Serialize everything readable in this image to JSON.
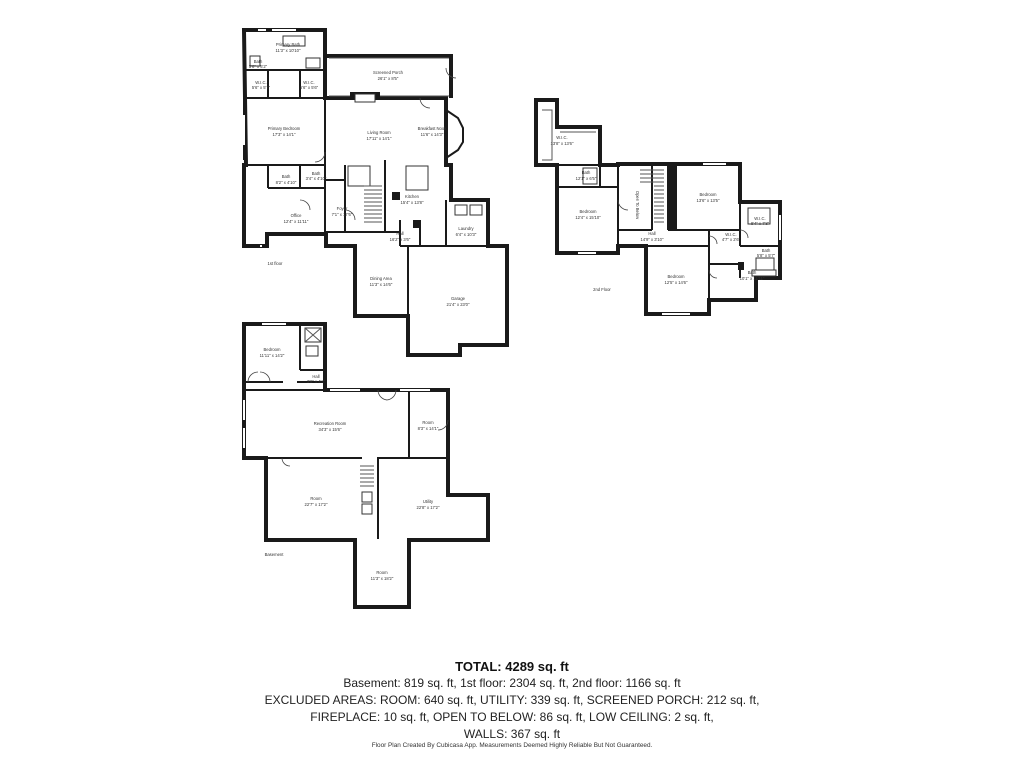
{
  "floors": {
    "first": "1st floor",
    "second": "2nd Floor",
    "basement": "Basement"
  },
  "rooms": {
    "primary_bath": "Primary Bath",
    "primary_bath_dim": "11'3\" x 10'10\"",
    "bath_a": "Bath",
    "bath_a_dim": "5'8\" x 5'2\"",
    "wic_a": "W.I.C.",
    "wic_a_dim": "5'6\" x 5'7\"",
    "wic_b": "W.I.C.",
    "wic_b_dim": "5'6\" x 5'6\"",
    "screened_porch": "Screened Porch",
    "screened_porch_dim": "26'1\" x 8'5\"",
    "primary_bedroom": "Primary Bedroom",
    "primary_bedroom_dim": "17'3\" x 14'1\"",
    "living_room": "Living Room",
    "living_room_dim": "17'11\" x 14'1\"",
    "breakfast_nook": "Breakfast Nook",
    "breakfast_nook_dim": "11'6\" x 14'3\"",
    "bath_b": "Bath",
    "bath_b_dim": "8'2\" x 4'10\"",
    "bath_c": "Bath",
    "bath_c_dim": "3'4\" x 4'10\"",
    "kitchen": "Kitchen",
    "kitchen_dim": "15'4\" x 13'8\"",
    "foyer": "Foyer",
    "foyer_dim": "7'1\" x 17'6\"",
    "office": "Office",
    "office_dim": "12'4\" x 11'11\"",
    "laundry": "Laundry",
    "laundry_dim": "6'4\" x 10'3\"",
    "hall_a": "Hall",
    "hall_a_dim": "16'2\" x 3'6\"",
    "dining_area": "Dining Area",
    "dining_area_dim": "11'3\" x 14'6\"",
    "garage": "Garage",
    "garage_dim": "21'4\" x 23'0\"",
    "wic_c": "W.I.C.",
    "wic_c_dim": "13'8\" x 13'6\"",
    "bath_d": "Bath",
    "bath_d_dim": "12'1\" x 6'5\"",
    "bedroom_a": "Bedroom",
    "bedroom_a_dim": "12'4\" x 15'10\"",
    "open_to_below": "Open To Below",
    "bedroom_b": "Bedroom",
    "bedroom_b_dim": "13'6\" x 13'5\"",
    "wic_d": "W.I.C.",
    "wic_d_dim": "8'4\" x 7'8\"",
    "hall_b": "Hall",
    "hall_b_dim": "14'9\" x 3'10\"",
    "wic_e": "W.I.C.",
    "wic_e_dim": "4'7\" x 2'6\"",
    "bath_e": "Bath",
    "bath_e_dim": "5'8\" x 5'7\"",
    "bedroom_c": "Bedroom",
    "bedroom_c_dim": "12'5\" x 14'6\"",
    "bath_f": "Bath",
    "bath_f_dim": "10'1\" x 11'11\"",
    "bedroom_d": "Bedroom",
    "bedroom_d_dim": "11'11\" x 14'2\"",
    "hall_c": "Hall",
    "hall_c_dim": "3'8\" x 4'2\"",
    "recreation_room": "Recreation Room",
    "recreation_room_dim": "34'3\" x 15'6\"",
    "room_a": "Room",
    "room_a_dim": "8'3\" x 14'1\"",
    "room_b": "Room",
    "room_b_dim": "22'7\" x 17'2\"",
    "utility": "Utility",
    "utility_dim": "22'8\" x 17'2\"",
    "room_c": "Room",
    "room_c_dim": "11'3\" x 18'2\""
  },
  "totals": {
    "total": "TOTAL: 4289 sq. ft",
    "line1": "Basement: 819 sq. ft, 1st floor: 2304 sq. ft, 2nd floor: 1166 sq. ft",
    "line2": "EXCLUDED AREAS: ROOM: 640 sq. ft, UTILITY: 339 sq. ft, SCREENED PORCH: 212 sq. ft,",
    "line3": "FIREPLACE: 10 sq. ft, OPEN TO BELOW: 86 sq. ft, LOW CEILING: 2 sq. ft,",
    "line4": "WALLS: 367 sq. ft"
  },
  "credit": "Floor Plan Created By Cubicasa App. Measurements Deemed Highly Reliable But Not Guaranteed."
}
